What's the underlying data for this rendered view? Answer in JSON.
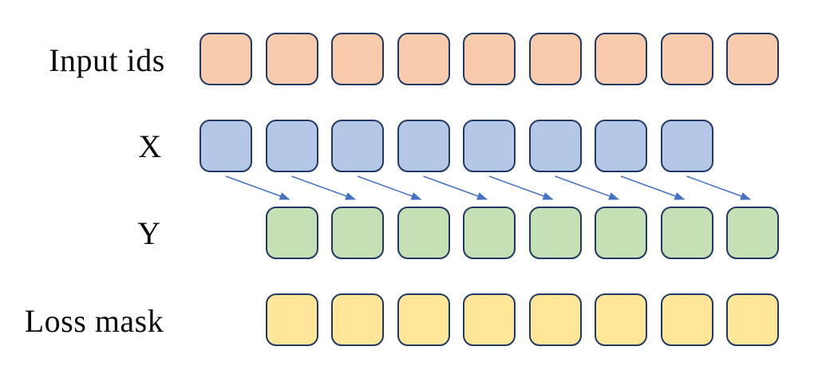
{
  "diagram": {
    "background": "#FFFFFF",
    "box_border_color": "#1F3864",
    "rows": [
      {
        "id": "input-ids",
        "label": "Input ids",
        "box_color": "#F8CBAD",
        "box_count": 9,
        "start_col": 0
      },
      {
        "id": "x",
        "label": "X",
        "box_color": "#B4C7E7",
        "box_count": 8,
        "start_col": 0
      },
      {
        "id": "y",
        "label": "Y",
        "box_color": "#C5E0B4",
        "box_count": 8,
        "start_col": 1
      },
      {
        "id": "loss-mask",
        "label": "Loss mask",
        "box_color": "#FFE699",
        "box_count": 8,
        "start_col": 1
      }
    ],
    "arrows": {
      "count": 8,
      "color": "#4472C4",
      "from_row": "x",
      "to_row": "y",
      "col_offset": 1
    }
  }
}
